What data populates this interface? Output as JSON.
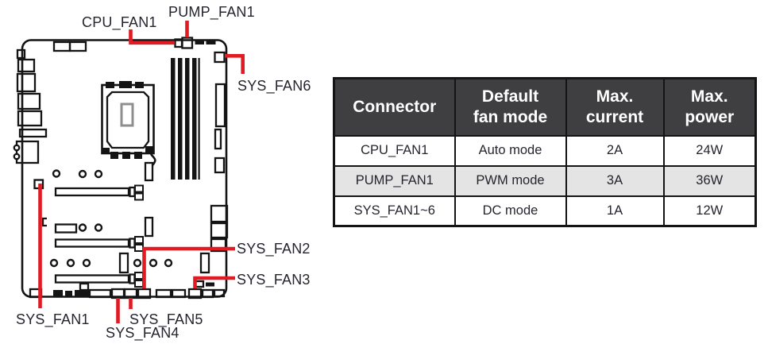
{
  "diagram": {
    "labels": {
      "cpu_fan1": "CPU_FAN1",
      "pump_fan1": "PUMP_FAN1",
      "sys_fan6": "SYS_FAN6",
      "sys_fan2": "SYS_FAN2",
      "sys_fan3": "SYS_FAN3",
      "sys_fan1": "SYS_FAN1",
      "sys_fan5": "SYS_FAN5",
      "sys_fan4": "SYS_FAN4"
    }
  },
  "table": {
    "columns": [
      {
        "line1": "Connector",
        "line2": ""
      },
      {
        "line1": "Default",
        "line2": "fan mode"
      },
      {
        "line1": "Max.",
        "line2": "current"
      },
      {
        "line1": "Max.",
        "line2": "power"
      }
    ],
    "rows": [
      {
        "connector": "CPU_FAN1",
        "mode": "Auto mode",
        "current": "2A",
        "power": "24W"
      },
      {
        "connector": "PUMP_FAN1",
        "mode": "PWM mode",
        "current": "3A",
        "power": "36W"
      },
      {
        "connector": "SYS_FAN1~6",
        "mode": "DC mode",
        "current": "1A",
        "power": "12W"
      }
    ]
  },
  "colors": {
    "accent_red": "#e11b23",
    "line": "#141414",
    "header_bg": "#3f3f42",
    "header_text": "#ffffff",
    "row_alt_bg": "#e4e4e4",
    "text": "#26242e"
  }
}
